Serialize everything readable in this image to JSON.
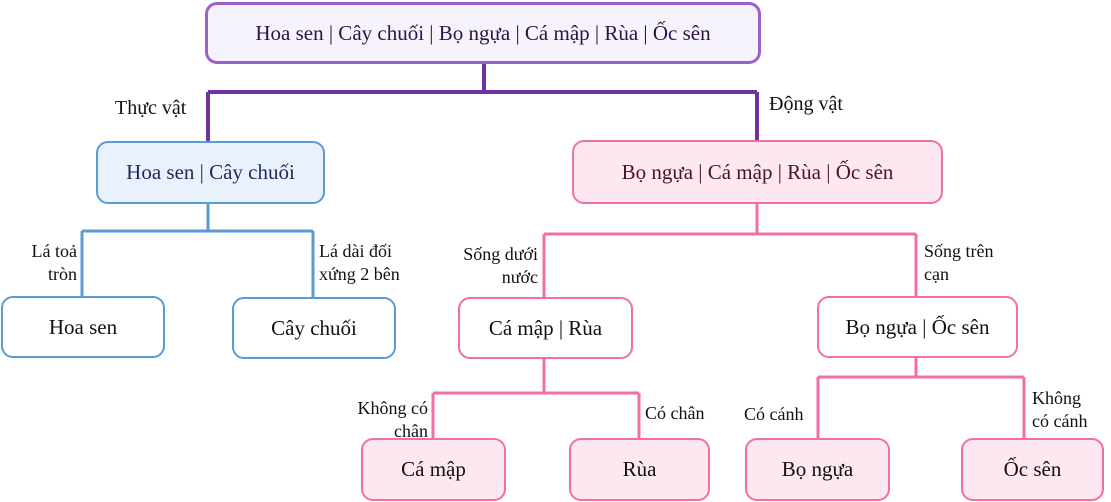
{
  "diagram": {
    "root": {
      "text": "Hoa sen | Cây chuối | Bọ ngựa | Cá mập | Rùa | Ốc sên"
    },
    "branches": {
      "plants": {
        "edge_label": "Thực vật",
        "node": "Hoa sen | Cây chuối",
        "children": [
          {
            "edge_label_line1": "Lá toả",
            "edge_label_line2": "tròn",
            "node": "Hoa sen"
          },
          {
            "edge_label_line1": "Lá dài đối",
            "edge_label_line2": "xứng 2 bên",
            "node": "Cây chuối"
          }
        ]
      },
      "animals": {
        "edge_label": "Động vật",
        "node": "Bọ ngựa | Cá mập | Rùa | Ốc sên",
        "children": [
          {
            "edge_label_line1": "Sống dưới",
            "edge_label_line2": "nước",
            "node": "Cá mập | Rùa",
            "children": [
              {
                "edge_label_line1": "Không có",
                "edge_label_line2": "chân",
                "node": "Cá mập"
              },
              {
                "edge_label_line1": "Có chân",
                "edge_label_line2": "",
                "node": "Rùa"
              }
            ]
          },
          {
            "edge_label_line1": "Sống trên",
            "edge_label_line2": "cạn",
            "node": "Bọ ngựa | Ốc sên",
            "children": [
              {
                "edge_label_line1": "Có cánh",
                "edge_label_line2": "",
                "node": "Bọ ngựa"
              },
              {
                "edge_label_line1": "Không",
                "edge_label_line2": "có cánh",
                "node": "Ốc sên"
              }
            ]
          }
        ]
      }
    },
    "colors": {
      "root_border": "#9b5fcf",
      "root_connector": "#7030a0",
      "plant_border": "#5b9bd5",
      "animal_border": "#f06fa8"
    }
  }
}
